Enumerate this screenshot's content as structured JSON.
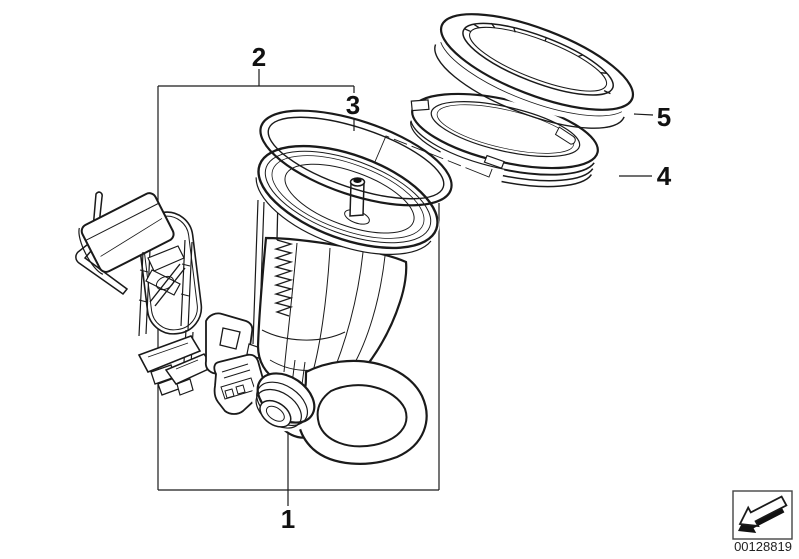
{
  "diagram": {
    "kind": "exploded-parts-diagram",
    "callouts": [
      {
        "label": "1"
      },
      {
        "label": "2"
      },
      {
        "label": "3"
      },
      {
        "label": "4"
      },
      {
        "label": "5"
      }
    ],
    "colors": {
      "line": "#1a1a1a",
      "background": "#ffffff"
    }
  },
  "footer": {
    "part_number": "00128819",
    "icon": "direction-arrow-icon"
  }
}
